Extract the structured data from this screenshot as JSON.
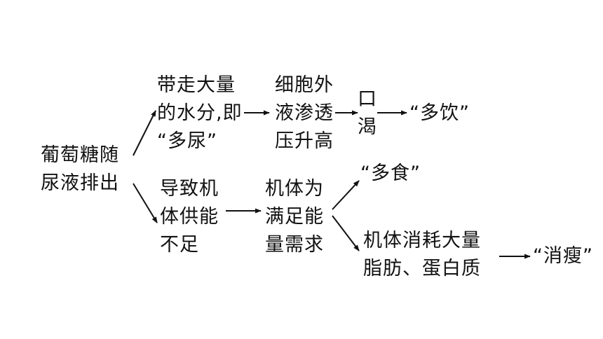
{
  "colors": {
    "text": "#111111",
    "arrow": "#111111",
    "background": "#ffffff"
  },
  "nodes": {
    "glucose": {
      "lines": [
        "葡萄糖随",
        "尿液排出"
      ]
    },
    "water_loss": {
      "lines": [
        "带走大量",
        "的水分,即",
        "“多尿”"
      ]
    },
    "osmotic": {
      "lines": [
        "细胞外",
        "液渗透",
        "压升高"
      ]
    },
    "thirst": {
      "lines": [
        "口",
        "渴"
      ]
    },
    "drink": {
      "lines": [
        "“多饮”"
      ]
    },
    "energy_short": {
      "lines": [
        "导致机",
        "体供能",
        "不足"
      ]
    },
    "body_need": {
      "lines": [
        "机体为",
        "满足能",
        "量需求"
      ]
    },
    "eat": {
      "lines": [
        "“多食”"
      ]
    },
    "consume": {
      "lines": [
        "机体消耗大量",
        "脂肪、蛋白质"
      ]
    },
    "thin": {
      "lines": [
        "“消瘦”"
      ]
    }
  }
}
